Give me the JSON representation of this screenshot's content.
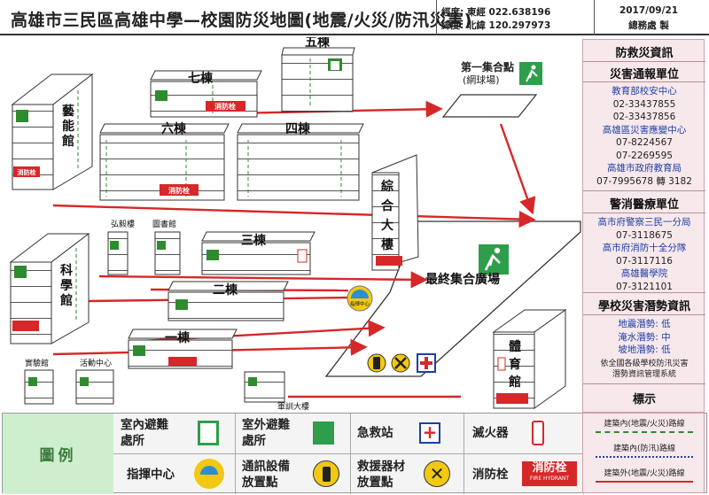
{
  "header": {
    "title": "高雄市三民區高雄中學—校園防災地圖(地震/火災/防汛災害)",
    "lon": "經度: 東經 022.638196",
    "lat": "緯度: 北緯 120.297973",
    "date": "2017/09/21",
    "maker": "總務處 製"
  },
  "map": {
    "buildings": {
      "b5": "五棟",
      "b7": "七棟",
      "b6": "六棟",
      "b4": "四棟",
      "b3": "三棟",
      "b2": "二棟",
      "b1": "一棟",
      "yineng": "藝能館",
      "kexue": "科學館",
      "zonghe": "綜合大樓",
      "tiyu": "體育館",
      "hongyi": "弘毅樓",
      "library": "圖書館",
      "lab": "實驗館",
      "activity": "活動中心",
      "military": "軍訓大樓"
    },
    "assembly_first": "第一集合點",
    "assembly_first_sub": "(網球場)",
    "assembly_final": "最終集合廣場",
    "command_badge": "指揮中心",
    "hydrant_cn": "消防栓",
    "hydrant_en": "FIRE HYDRANT"
  },
  "sidebar": {
    "title": "防救災資訊",
    "report_head": "災害通報單位",
    "report_lines": [
      {
        "text": "教育部校安中心",
        "link": true
      },
      {
        "text": "02-33437855",
        "link": false
      },
      {
        "text": "02-33437856",
        "link": false
      },
      {
        "text": "高雄區災害應變中心",
        "link": true
      },
      {
        "text": "07-8224567",
        "link": false
      },
      {
        "text": "07-2269595",
        "link": false
      },
      {
        "text": "高雄市政府教育局",
        "link": true
      },
      {
        "text": "07-7995678 轉 3182",
        "link": false
      }
    ],
    "police_head": "警消醫療單位",
    "police_lines": [
      {
        "text": "高市府警察三民一分局",
        "link": true
      },
      {
        "text": "07-3118675",
        "link": false
      },
      {
        "text": "高市府消防十全分隊",
        "link": true
      },
      {
        "text": "07-3117116",
        "link": false
      },
      {
        "text": "高雄醫學院",
        "link": true
      },
      {
        "text": "07-3121101",
        "link": false
      }
    ],
    "potential_head": "學校災害潛勢資訊",
    "potential_lines": [
      "地震潛勢: 低",
      "淹水潛勢: 中",
      "坡地潛勢: 低"
    ],
    "potential_note1": "依全國各級學校防汛災害",
    "potential_note2": "潛勢資訊管理系統",
    "marks_head": "標示",
    "marks": [
      {
        "label": "建築內(地震/火災)路線",
        "color": "#2e8b2e"
      },
      {
        "label": "建築內(防汛)路線",
        "color": "#2b3f9c"
      },
      {
        "label": "建築外(地震/火災)路線",
        "color": "#d62828"
      }
    ]
  },
  "legend": {
    "title": "圖例",
    "items": [
      {
        "label1": "室內避難",
        "label2": "處所",
        "icon": "indoor-shelter-icon"
      },
      {
        "label1": "室外避難",
        "label2": "處所",
        "icon": "outdoor-shelter-icon"
      },
      {
        "label1": "急救站",
        "label2": "",
        "icon": "first-aid-icon"
      },
      {
        "label1": "滅火器",
        "label2": "",
        "icon": "fire-extinguisher-icon"
      },
      {
        "label1": "指揮中心",
        "label2": "",
        "icon": "command-center-icon"
      },
      {
        "label1": "通訊設備",
        "label2": "放置點",
        "icon": "radio-icon"
      },
      {
        "label1": "救援器材",
        "label2": "放置點",
        "icon": "rescue-tools-icon"
      },
      {
        "label1": "消防栓",
        "label2": "",
        "icon": "fire-hydrant-icon"
      }
    ]
  },
  "colors": {
    "route_red": "#d62828",
    "route_green": "#2e8b2e",
    "route_blue": "#2b3f9c",
    "accent_pink": "#f7e8eb"
  }
}
